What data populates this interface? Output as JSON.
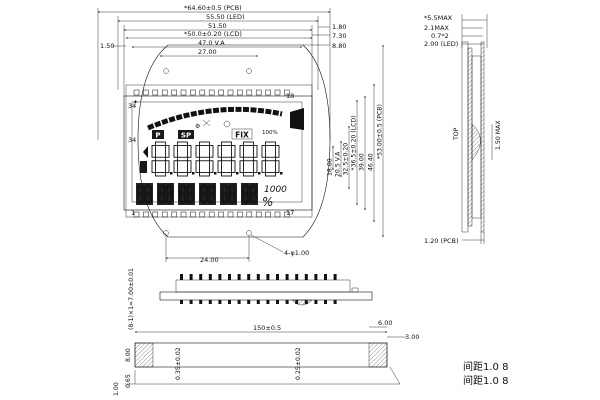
{
  "top_dimensions": [
    "*64.60±0.5 (PCB)",
    "55.50 (LED)",
    "51.50",
    "*50.0±0.20 (LCD)",
    "47.0 V.A",
    "27.00"
  ],
  "right_top_dims": [
    "1.80",
    "7.30",
    "8.80"
  ],
  "left_dim": "1.50",
  "vertical_dims": [
    "18.00",
    "20.5 V.A",
    "32.5±0.20",
    "*36.5±0.20 (LCD)",
    "39.00",
    "46.40",
    "*53.00±0.5 (PCB)"
  ],
  "bottom_dims": {
    "width": "24.00",
    "hole": "4-φ1.00"
  },
  "side_view_dims": [
    "*5.5MAX",
    "2.1MAX",
    "0.7*2",
    "2.00 (LED)",
    "1.20 (PCB)"
  ],
  "side_view_label": "TOP",
  "side_view_center": "1.50 MAX",
  "lcd_labels": {
    "segment_digits": "8.8.8.8.8.8",
    "small_digits": "88 88 88 88 88 88",
    "right_small": "1000",
    "percent": "%",
    "p_label": "P",
    "sp_label": "SP",
    "fix_label": "FIX",
    "pin_left_top": "34",
    "pin_left_mid": "34",
    "pin_left_bottom": "1",
    "pin_right_top": "18",
    "pin_right_bottom": "17",
    "percent_small": "100%"
  },
  "fpc_dims": {
    "pitch_formula": "(8-1)×1=7.00±0.01",
    "length": "150±0.5",
    "w1": "6.00",
    "w2": "3.00",
    "tol1": "0.35±0.02",
    "tol2": "0.25±0.02",
    "h1": "0.65",
    "h2": "1.00",
    "h3": "8.00"
  },
  "notes": [
    "间距1.0  8",
    "间距1.0  8"
  ]
}
